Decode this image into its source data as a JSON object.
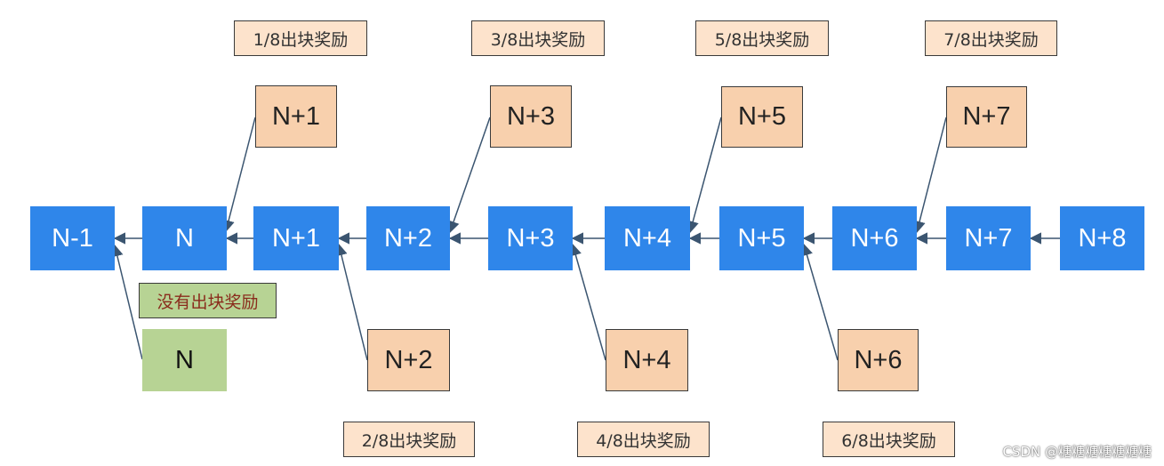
{
  "main_chain": [
    "N-1",
    "N",
    "N+1",
    "N+2",
    "N+3",
    "N+4",
    "N+5",
    "N+6",
    "N+7",
    "N+8"
  ],
  "uncle_blocks": [
    "N+1",
    "N+2",
    "N+3",
    "N+4",
    "N+5",
    "N+6",
    "N+7"
  ],
  "orphan_block": "N",
  "reward_labels": [
    "1/8出块奖励",
    "2/8出块奖励",
    "3/8出块奖励",
    "4/8出块奖励",
    "5/8出块奖励",
    "6/8出块奖励",
    "7/8出块奖励"
  ],
  "no_reward_label": "没有出块奖励",
  "watermark": "CSDN @糖糖糖糖糖糖糖",
  "colors": {
    "main_block": "#2f86ea",
    "uncle_block": "#f8d0ad",
    "orphan_block": "#b7d394",
    "reward_label_bg": "#fde3cc",
    "no_reward_text": "#8a2b1c",
    "connector": "#3b5570"
  }
}
